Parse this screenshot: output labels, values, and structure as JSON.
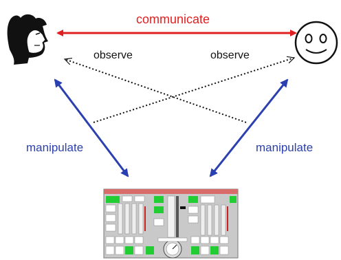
{
  "labels": {
    "communicate": "communicate",
    "observe_left": "observe",
    "observe_right": "observe",
    "manipulate_left": "manipulate",
    "manipulate_right": "manipulate"
  },
  "colors": {
    "communicate": "#e02020",
    "observe": "#111111",
    "manipulate": "#2a3fb0",
    "panel_header": "#d96b6b",
    "panel_bg": "#c9c9c9",
    "panel_green": "#22cc33"
  },
  "icons": {
    "human": "human-head-profile-icon",
    "robot": "smiley-face-icon",
    "system": "control-panel-screenshot-icon"
  }
}
